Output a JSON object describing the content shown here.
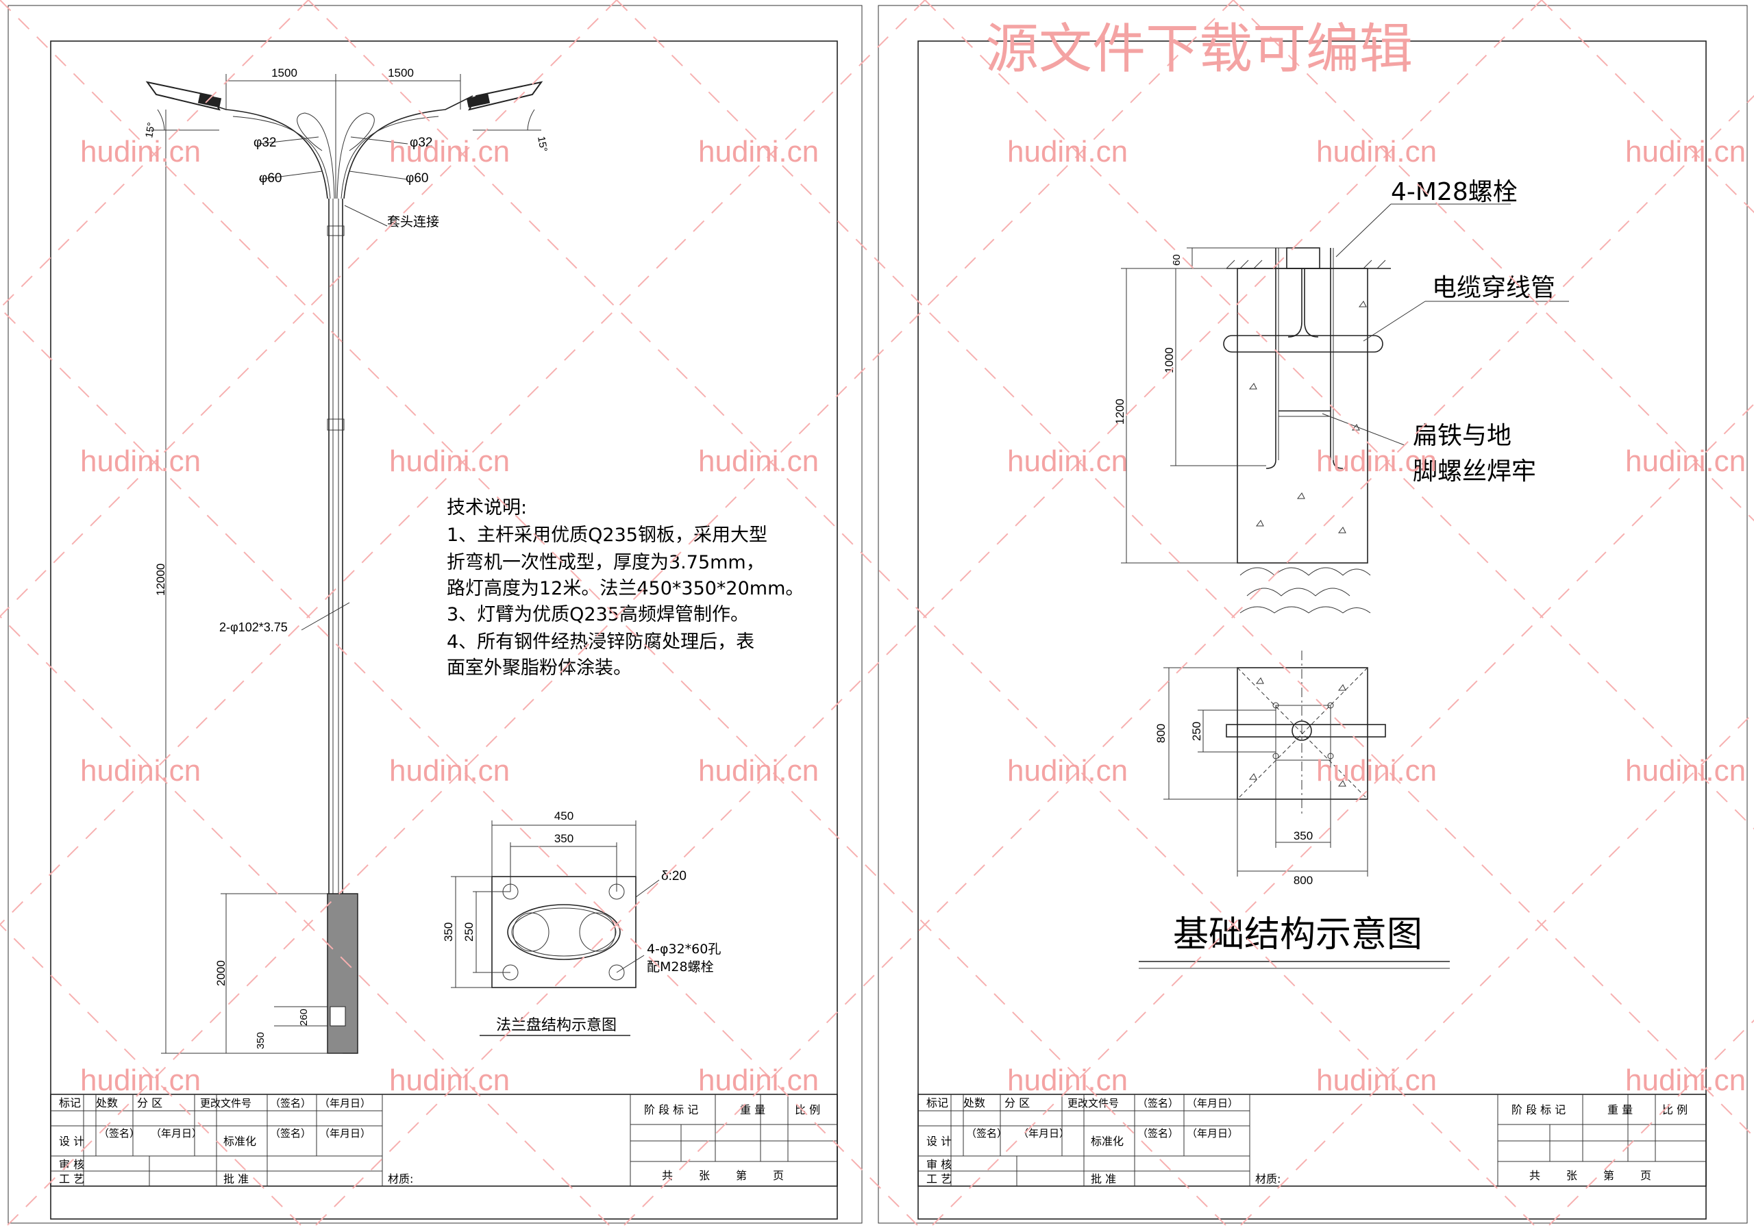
{
  "left_sheet": {
    "dims": {
      "arm_span_left": "1500",
      "arm_span_right": "1500",
      "angle_left": "15°",
      "angle_right": "15°",
      "pipe_small_left": "φ32",
      "pipe_small_right": "φ32",
      "pipe_large_left": "φ60",
      "pipe_large_right": "φ60",
      "joint_note": "套头连接",
      "total_height": "12000",
      "pole_spec": "2-φ102*3.75",
      "buried_depth": "2000",
      "dim_260": "260",
      "dim_350": "350"
    },
    "tech_notes": {
      "title": "技术说明:",
      "lines": [
        "1、主杆采用优质Q235钢板，采用大型",
        "折弯机一次性成型，厚度为3.75mm，",
        "路灯高度为12米。法兰450*350*20mm。",
        "3、灯臂为优质Q235高频焊管制作。",
        "4、所有钢件经热浸锌防腐处理后，表",
        "面室外聚脂粉体涂装。"
      ]
    },
    "flange": {
      "width_outer": "450",
      "width_inner": "350",
      "height_outer": "350",
      "height_inner": "250",
      "thickness": "δ:20",
      "holes": "4-φ32*60孔",
      "bolts": "配M28螺栓",
      "caption": "法兰盘结构示意图"
    }
  },
  "right_sheet": {
    "watermark_title": "源文件下载可编辑",
    "labels": {
      "bolts": "4-M28螺栓",
      "cable_pipe": "电缆穿线管",
      "weld_line1": "扁铁与地",
      "weld_line2": "脚螺丝焊牢"
    },
    "section_dims": {
      "top": "60",
      "mid": "1000",
      "total": "1200"
    },
    "plan_dims": {
      "side": "800",
      "inner": "250",
      "bolt_span": "350",
      "bottom": "800"
    },
    "caption": "基础结构示意图"
  },
  "title_block": {
    "row1": [
      "标记",
      "处数",
      "分 区",
      "更改文件号",
      "（签名）",
      "（年月日）"
    ],
    "row2": [
      "设 计",
      "（签名）",
      "（年月日）",
      "标准化",
      "（签名）",
      "（年月日）"
    ],
    "row3": [
      "审 核"
    ],
    "row4": [
      "工 艺",
      "批 准"
    ],
    "material": "材质:",
    "stage_mark": "阶 段 标 记",
    "weight": "重 量",
    "scale": "比 例",
    "sheet_total": "共",
    "sheet_label": "张",
    "sheet_no": "第",
    "page_label": "页"
  },
  "watermark": "hudini.cn",
  "colors": {
    "watermark": "#f4a3a3",
    "ink": "#111111"
  }
}
